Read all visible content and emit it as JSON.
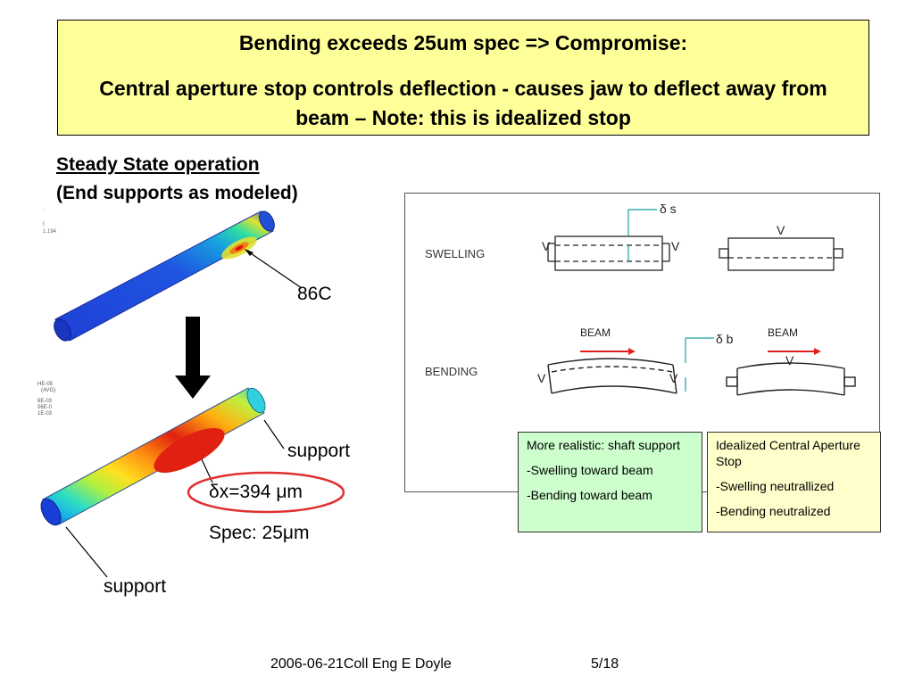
{
  "title": {
    "line1": "Bending exceeds 25um spec => Compromise:",
    "line2": "Central aperture stop controls deflection - causes jaw to deflect away from beam – Note: this is idealized stop"
  },
  "left": {
    "heading": "Steady State operation",
    "subheading": "(End supports as modeled)",
    "temp_label": "86C",
    "support_top": "support",
    "support_bottom": "support",
    "deflection": "δx=394 μm",
    "spec": "Spec: 25μm"
  },
  "diagram": {
    "swelling_label": "SWELLING",
    "bending_label": "BENDING",
    "delta_s": "δ s",
    "delta_b": "δ b",
    "beam_left": "BEAM",
    "beam_right": "BEAM",
    "v": "V"
  },
  "notes": {
    "left": {
      "title": "More realistic: shaft support",
      "item1": "-Swelling toward beam",
      "item2": "-Bending toward beam"
    },
    "right": {
      "title": "Idealized Central Aperture Stop",
      "item1": "-Swelling neutrallized",
      "item2": "-Bending neutralized"
    }
  },
  "footer": {
    "date_author": "2006-06-21Coll Eng E Doyle",
    "page": "5/18"
  },
  "colors": {
    "title_bg": "#ffff99",
    "note_left_bg": "#ccffcc",
    "note_right_bg": "#ffffcc",
    "ellipse": "#e03030",
    "beam_arrow": "#e02020",
    "diagram_accent": "#1aa0a0"
  }
}
